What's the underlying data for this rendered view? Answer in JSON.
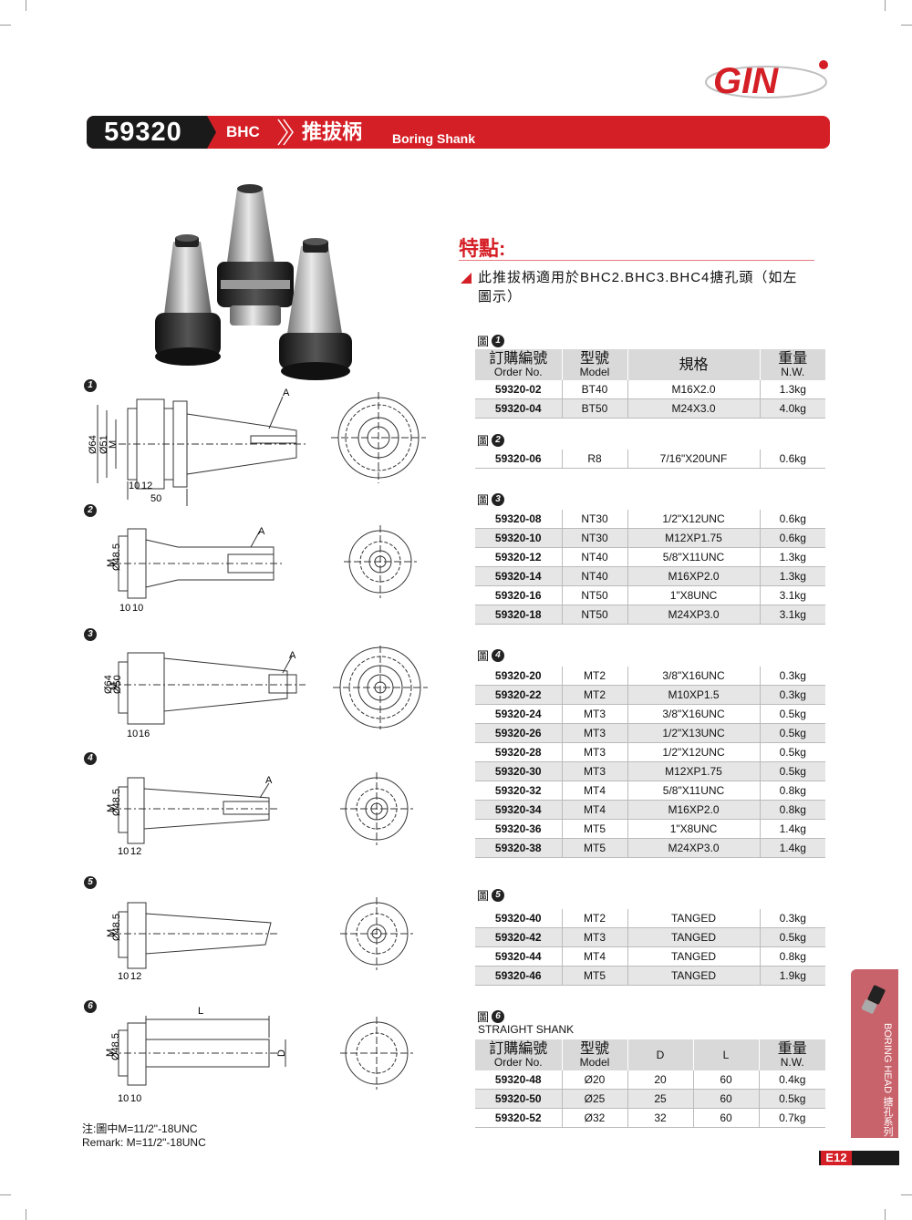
{
  "brand": {
    "logo_text": "GIN"
  },
  "header": {
    "code": "59320",
    "series": "BHC",
    "title_zh": "推拔柄",
    "title_en": "Boring Shank"
  },
  "features": {
    "title": "特點:",
    "text": "此推拔柄適用於BHC2.BHC3.BHC4搪孔頭（如左圖示）"
  },
  "figures": {
    "fig_label_prefix": "圖",
    "d1": {
      "num": "1",
      "a": "A",
      "d64": "Ø64",
      "d51": "Ø51",
      "m": "M",
      "w1": "10",
      "w2": "12",
      "len": "50"
    },
    "d2": {
      "num": "2",
      "a": "A",
      "d": "Ø48.5",
      "m": "M",
      "w1": "10",
      "w2": "10"
    },
    "d3": {
      "num": "3",
      "a": "A",
      "d64": "Ø64",
      "d50": "Ø50",
      "m": "M",
      "w1": "10",
      "w2": "16"
    },
    "d4": {
      "num": "4",
      "a": "A",
      "d": "Ø48.5",
      "m": "M",
      "w1": "10",
      "w2": "12"
    },
    "d5": {
      "num": "5",
      "d": "Ø48.5",
      "m": "M",
      "w1": "10",
      "w2": "12"
    },
    "d6": {
      "num": "6",
      "l": "L",
      "dlab": "D",
      "d": "Ø48.5",
      "m": "M",
      "w1": "10",
      "w2": "10"
    }
  },
  "table_header": {
    "order_zh": "訂購編號",
    "order_en": "Order No.",
    "model_zh": "型號",
    "model_en": "Model",
    "spec_zh": "規格",
    "weight_zh": "重量",
    "weight_en": "N.W."
  },
  "group1": {
    "num": "1",
    "rows": [
      [
        "59320-02",
        "BT40",
        "M16X2.0",
        "1.3kg"
      ],
      [
        "59320-04",
        "BT50",
        "M24X3.0",
        "4.0kg"
      ]
    ]
  },
  "group2": {
    "num": "2",
    "rows": [
      [
        "59320-06",
        "R8",
        "7/16\"X20UNF",
        "0.6kg"
      ]
    ]
  },
  "group3": {
    "num": "3",
    "rows": [
      [
        "59320-08",
        "NT30",
        "1/2\"X12UNC",
        "0.6kg"
      ],
      [
        "59320-10",
        "NT30",
        "M12XP1.75",
        "0.6kg"
      ],
      [
        "59320-12",
        "NT40",
        "5/8\"X11UNC",
        "1.3kg"
      ],
      [
        "59320-14",
        "NT40",
        "M16XP2.0",
        "1.3kg"
      ],
      [
        "59320-16",
        "NT50",
        "1\"X8UNC",
        "3.1kg"
      ],
      [
        "59320-18",
        "NT50",
        "M24XP3.0",
        "3.1kg"
      ]
    ]
  },
  "group4": {
    "num": "4",
    "rows": [
      [
        "59320-20",
        "MT2",
        "3/8\"X16UNC",
        "0.3kg"
      ],
      [
        "59320-22",
        "MT2",
        "M10XP1.5",
        "0.3kg"
      ],
      [
        "59320-24",
        "MT3",
        "3/8\"X16UNC",
        "0.5kg"
      ],
      [
        "59320-26",
        "MT3",
        "1/2\"X13UNC",
        "0.5kg"
      ],
      [
        "59320-28",
        "MT3",
        "1/2\"X12UNC",
        "0.5kg"
      ],
      [
        "59320-30",
        "MT3",
        "M12XP1.75",
        "0.5kg"
      ],
      [
        "59320-32",
        "MT4",
        "5/8\"X11UNC",
        "0.8kg"
      ],
      [
        "59320-34",
        "MT4",
        "M16XP2.0",
        "0.8kg"
      ],
      [
        "59320-36",
        "MT5",
        "1\"X8UNC",
        "1.4kg"
      ],
      [
        "59320-38",
        "MT5",
        "M24XP3.0",
        "1.4kg"
      ]
    ]
  },
  "group5": {
    "num": "5",
    "rows": [
      [
        "59320-40",
        "MT2",
        "TANGED",
        "0.3kg"
      ],
      [
        "59320-42",
        "MT3",
        "TANGED",
        "0.5kg"
      ],
      [
        "59320-44",
        "MT4",
        "TANGED",
        "0.8kg"
      ],
      [
        "59320-46",
        "MT5",
        "TANGED",
        "1.9kg"
      ]
    ]
  },
  "group6": {
    "num": "6",
    "subtitle": "STRAIGHT SHANK",
    "header_d": "D",
    "header_l": "L",
    "rows": [
      [
        "59320-48",
        "Ø20",
        "20",
        "60",
        "0.4kg"
      ],
      [
        "59320-50",
        "Ø25",
        "25",
        "60",
        "0.5kg"
      ],
      [
        "59320-52",
        "Ø32",
        "32",
        "60",
        "0.7kg"
      ]
    ]
  },
  "remark": {
    "zh": "注:圖中M=11/2\"-18UNC",
    "en": "Remark:  M=11/2\"-18UNC"
  },
  "sidetab": {
    "en": "BORING HEAD",
    "zh": "搪孔系列"
  },
  "page_number": "E12",
  "colors": {
    "brand_red": "#d51f26",
    "dark": "#1a1a1a",
    "tab": "#c9636b"
  }
}
